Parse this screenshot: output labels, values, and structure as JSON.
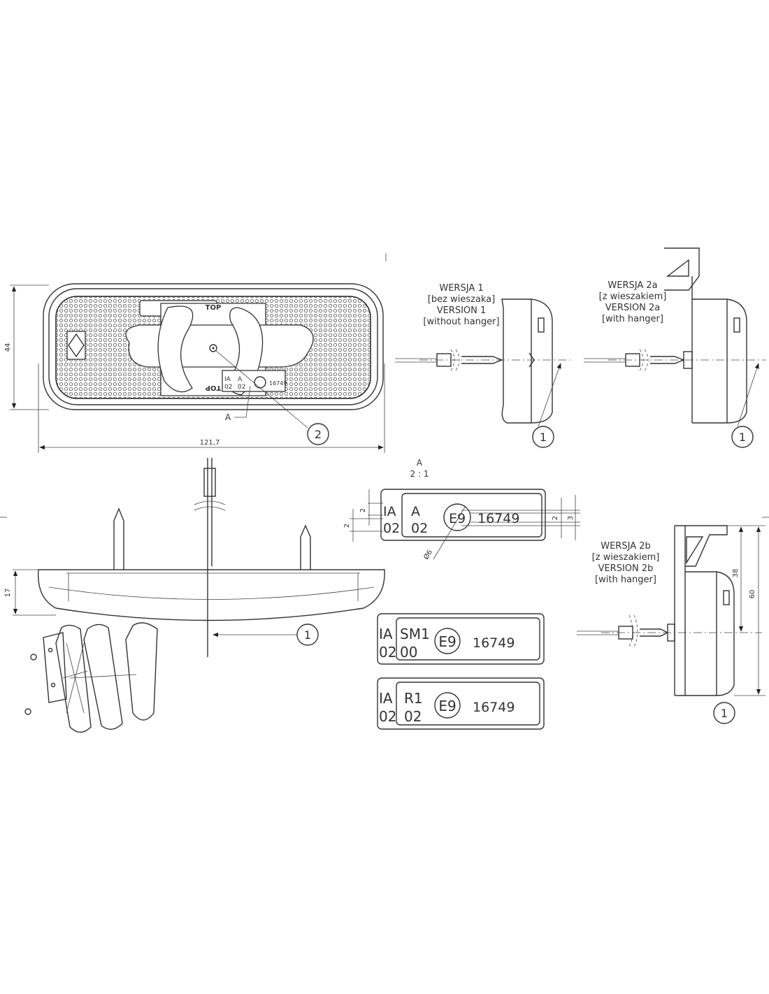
{
  "top_view": {
    "dim_height": "44",
    "dim_width": "121,7",
    "lens_top": "TOP",
    "lens_bottom": "TOP",
    "detail_ref": "A",
    "balloon": "2",
    "lens_mark": {
      "line1": "IA",
      "line2": "02",
      "line3": "A",
      "line4": "02",
      "approval": "16749"
    }
  },
  "version_1": {
    "lines": [
      "WERSJA 1",
      "[bez wieszaka]",
      "VERSION 1",
      "[without hanger]"
    ],
    "balloon": "1"
  },
  "version_2a": {
    "lines": [
      "WERSJA 2a",
      "[z wieszakiem]",
      "VERSION 2a",
      "[with hanger]"
    ],
    "balloon": "1"
  },
  "version_2b": {
    "lines": [
      "WERSJA 2b",
      "[z wieszakiem]",
      "VERSION 2b",
      "[with hanger]"
    ],
    "balloon": "1",
    "dim_38": "38",
    "dim_60": "60"
  },
  "front_view": {
    "dim_height": "17",
    "balloon": "1"
  },
  "detail_a": {
    "title": "A",
    "scale": "2 : 1",
    "col1": [
      "IA",
      "02"
    ],
    "col2": [
      "A",
      "02"
    ],
    "emark": "E9",
    "approval": "16749",
    "dims": [
      "2",
      "2",
      "2",
      "3"
    ],
    "diameter": "Ø6"
  },
  "label_sm1": {
    "col1": [
      "IA",
      "02"
    ],
    "col2": [
      "SM1",
      "00"
    ],
    "emark": "E9",
    "approval": "16749"
  },
  "label_r1": {
    "col1": [
      "IA",
      "02"
    ],
    "col2": [
      "R1",
      "02"
    ],
    "emark": "E9",
    "approval": "16749"
  }
}
